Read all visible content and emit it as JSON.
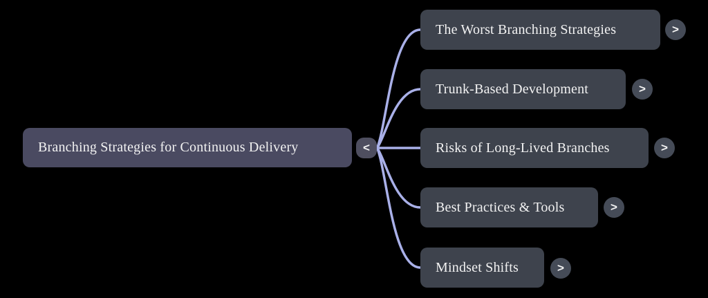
{
  "colors": {
    "connector": "#a9b0e8",
    "root_bg": "#4a4a61",
    "child_bg": "#3e434d",
    "collapse_bg": "#4e4e5f",
    "expand_bg": "#454b57",
    "text": "#f2f2f2"
  },
  "root": {
    "label": "Branching Strategies for Continuous Delivery",
    "collapse_icon": "<"
  },
  "icons": {
    "expand": ">"
  },
  "children": [
    {
      "label": "The Worst Branching Strategies"
    },
    {
      "label": "Trunk-Based Development"
    },
    {
      "label": "Risks of Long-Lived Branches"
    },
    {
      "label": "Best Practices & Tools"
    },
    {
      "label": "Mindset Shifts"
    }
  ]
}
